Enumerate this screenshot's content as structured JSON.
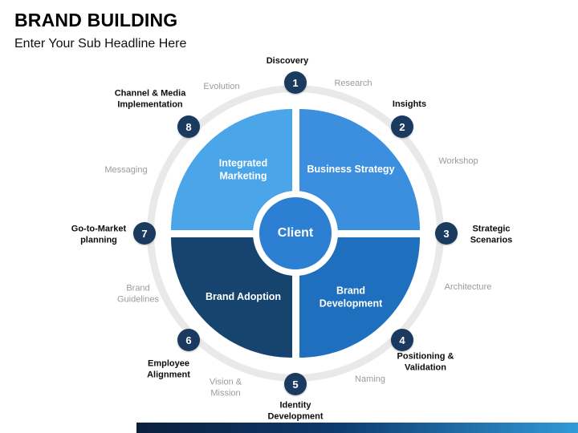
{
  "header": {
    "title": "BRAND BUILDING",
    "subtitle": "Enter Your Sub Headline Here"
  },
  "diagram": {
    "center": {
      "label": "Client",
      "color": "#2c7fd2"
    },
    "quadrants": [
      {
        "position": "top-left",
        "label": "Integrated Marketing",
        "color": "#4ba5e9"
      },
      {
        "position": "top-right",
        "label": "Business Strategy",
        "color": "#3c8ede"
      },
      {
        "position": "bottom-right",
        "label": "Brand Development",
        "color": "#1e6fbe"
      },
      {
        "position": "bottom-left",
        "label": "Brand Adoption",
        "color": "#17446f"
      }
    ],
    "steps": [
      {
        "number": "1",
        "label": "Discovery"
      },
      {
        "number": "2",
        "label": "Insights"
      },
      {
        "number": "3",
        "label": "Strategic Scenarios"
      },
      {
        "number": "4",
        "label": "Positioning & Validation"
      },
      {
        "number": "5",
        "label": "Identity Development"
      },
      {
        "number": "6",
        "label": "Employee Alignment"
      },
      {
        "number": "7",
        "label": "Go-to-Market planning"
      },
      {
        "number": "8",
        "label": "Channel & Media Implementation"
      }
    ],
    "phase_labels": [
      "Research",
      "Workshop",
      "Architecture",
      "Naming",
      "Vision & Mission",
      "Brand Guidelines",
      "Messaging",
      "Evolution"
    ],
    "step_circle_color": "#1b3a5f",
    "ring_color": "#e9e9ea"
  },
  "footer": {
    "bar_colors": [
      "#0a1f3c",
      "#2f9ad8"
    ]
  }
}
